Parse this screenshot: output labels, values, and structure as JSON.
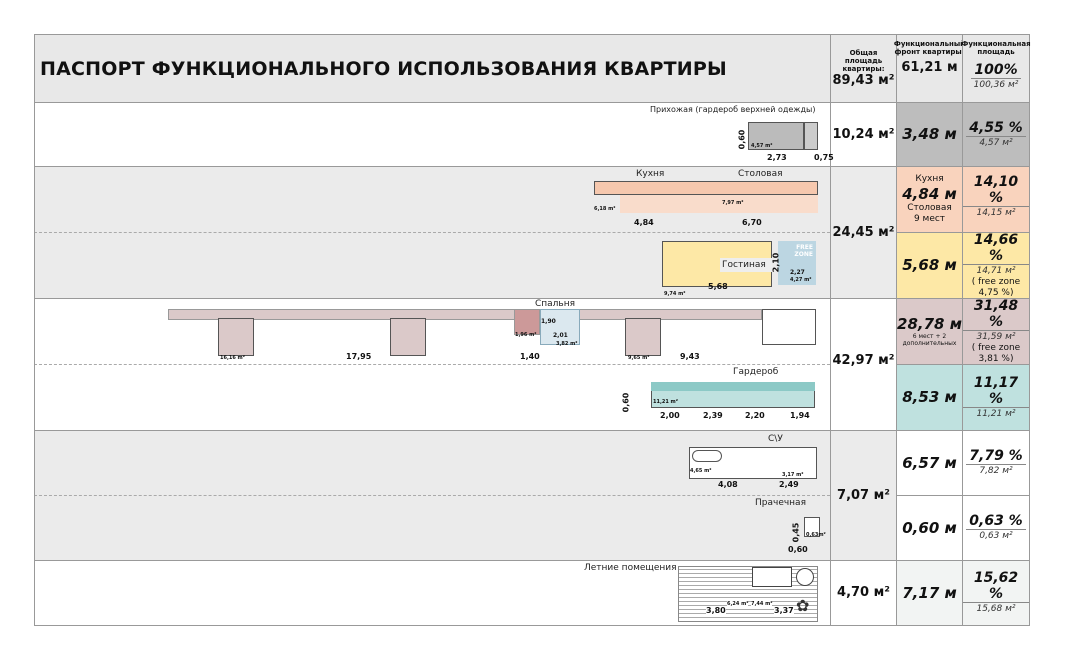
{
  "title": "ПАСПОРТ ФУНКЦИОНАЛЬНОГО ИСПОЛЬЗОВАНИЯ КВАРТИРЫ",
  "header": {
    "total_label": "Общая площадь квартиры:",
    "total_value": "89,43 м²",
    "front_label": "Функциональный фронт квартиры:",
    "front_value": "61,21 м",
    "area_label": "Функциональная площадь",
    "area_pct": "100%",
    "area_value": "100,36 м²"
  },
  "rows": [
    {
      "name": "Прихожая (гардероб верхней одежды)",
      "total": "10,24 м²",
      "front": "3,48 м",
      "pct": "4,55 %",
      "area": "4,57 м²",
      "dims": [
        "0,60",
        "4,57 m²",
        "2,73",
        "0,75"
      ]
    },
    {
      "name": "Кухня",
      "name2": "Столовая",
      "front_a": "Кухня",
      "front": "4,84 м",
      "front_b": "Столовая",
      "front_c": "9 мест",
      "pct": "14,10 %",
      "area": "14,15 м²",
      "dims": [
        "6,18 m²",
        "7,97 m²",
        "4,84",
        "6,70"
      ]
    },
    {
      "name": "Гостиная",
      "front": "5,68 м",
      "pct": "14,66 %",
      "area": "14,71 м²",
      "note": "( free zone 4,75 %)",
      "free_zone": "FREE ZONE",
      "dims": [
        "2,10",
        "2,27",
        "4,27 m²",
        "5,68",
        "9,74 m²"
      ]
    },
    {
      "name": "Спальня",
      "front": "28,78 м",
      "front_note": "6 мест + 2 дополнительных",
      "pct": "31,48 %",
      "area": "31,59 м²",
      "note": "( free zone 3,81 %)",
      "dims": [
        "16,16 m²",
        "17,95",
        "1,96 m²",
        "1,40",
        "1,90",
        "2,01",
        "3,82 m²",
        "9,65 m²",
        "9,43"
      ]
    },
    {
      "name": "Гардероб",
      "front": "8,53 м",
      "pct": "11,17 %",
      "area": "11,21 м²",
      "dims": [
        "0,60",
        "11,21 m²",
        "2,00",
        "2,39",
        "2,20",
        "1,94"
      ]
    },
    {
      "name": "С\\У",
      "front": "6,57 м",
      "pct": "7,79 %",
      "area": "7,82 м²",
      "dims": [
        "4,65 m²",
        "3,17 m²",
        "4,08",
        "2,49"
      ]
    },
    {
      "name": "Прачечная",
      "front": "0,60 м",
      "pct": "0,63 %",
      "area": "0,63 м²",
      "dims": [
        "0,45",
        "0,63m²",
        "0,60"
      ]
    },
    {
      "name": "Летние помещения",
      "total": "4,70 м²",
      "front": "7,17 м",
      "pct": "15,62 %",
      "area": "15,68 м²",
      "dims": [
        "6,24 m²",
        "7,44 m²",
        "3,80",
        "3,37"
      ]
    }
  ],
  "group_totals": {
    "kitchen_living": "24,45 м²",
    "bedroom_wardrobe": "42,97 м²",
    "bath_laundry": "7,07 м²"
  },
  "colors": {
    "entry": "#bdbdbd",
    "kitchen": "#f9d3bd",
    "living": "#fde8a6",
    "bedroom": "#dbc9c9",
    "wardrobe": "#bfe1df",
    "grey": "#ebebeb"
  }
}
